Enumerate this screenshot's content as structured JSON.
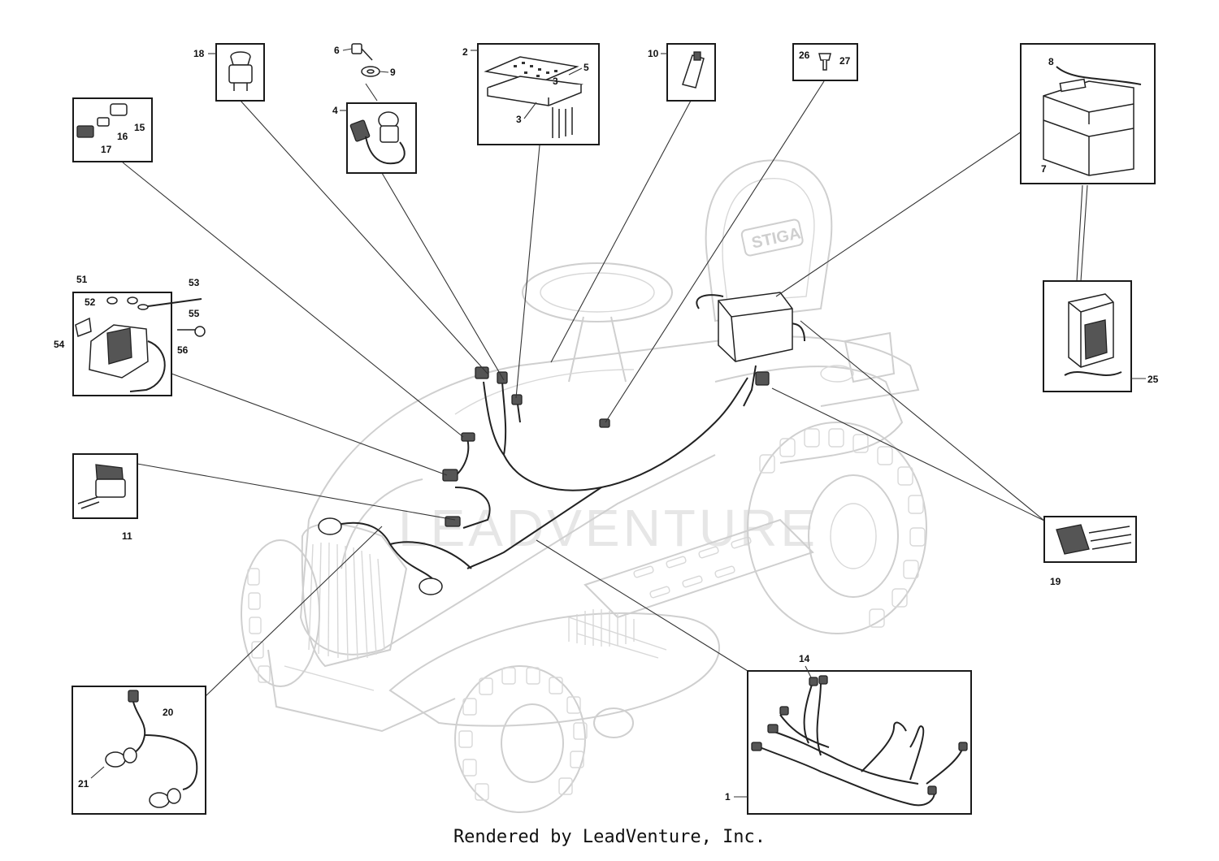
{
  "diagram": {
    "watermark": "LEADVENTURE",
    "brand_logo": "STIGA",
    "credit": "Rendered by LeadVenture, Inc.",
    "callouts": {
      "c1": "1",
      "c2": "2",
      "c3a": "3",
      "c3b": "3",
      "c4": "4",
      "c5": "5",
      "c6": "6",
      "c7": "7",
      "c8": "8",
      "c9": "9",
      "c10": "10",
      "c11": "11",
      "c14": "14",
      "c15": "15",
      "c16": "16",
      "c17": "17",
      "c18": "18",
      "c19": "19",
      "c20": "20",
      "c21": "21",
      "c25": "25",
      "c26": "26",
      "c27": "27",
      "c51": "51",
      "c52": "52",
      "c53": "53",
      "c54": "54",
      "c55": "55",
      "c56": "56"
    }
  }
}
